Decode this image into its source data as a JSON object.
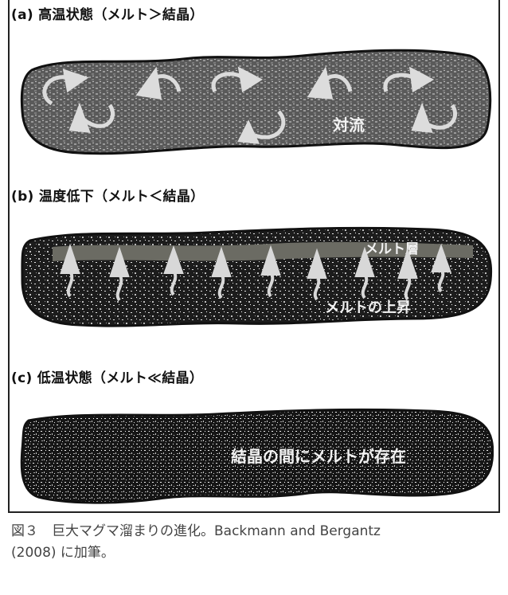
{
  "panels": {
    "a": {
      "title": "(a) 高温状態（メルト＞結晶）",
      "label_convection": "対流"
    },
    "b": {
      "title": "(b) 温度低下（メルト＜結晶）",
      "label_melt_layer": "メルト層",
      "label_melt_rise": "メルトの上昇"
    },
    "c": {
      "title": "(c) 低温状態（メルト≪結晶）",
      "label_between": "結晶の間にメルトが存在"
    }
  },
  "caption": {
    "line1": "図３　巨大マグマ溜まりの進化。Backmann and Bergantz",
    "line2": "(2008) に加筆。"
  },
  "colors": {
    "panel_a_fill": "#5a5a5a",
    "panel_b_fill": "#1c1c1c",
    "panel_c_fill": "#161616",
    "melt_layer": "#6b6b63",
    "arrow": "#d8d8d8"
  }
}
